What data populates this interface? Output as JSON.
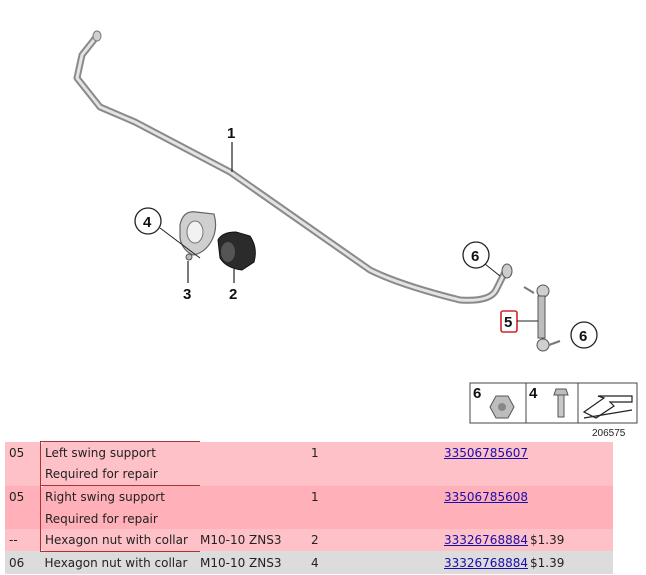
{
  "diagram": {
    "callouts": {
      "c1": "1",
      "c2": "2",
      "c3": "3",
      "c4": "4",
      "c5": "5",
      "c6a": "6",
      "c6b": "6"
    },
    "legend": {
      "num6": "6",
      "num4": "4"
    },
    "figure_number": "206575",
    "icons": [
      "hex-nut-icon",
      "bolt-icon",
      "arrow-icon"
    ],
    "colors": {
      "row_highlight": "#ffc1c8",
      "row_highlight_dark": "#ffb0b8",
      "row_gray": "#dcdcdc",
      "callout_highlight": "#d0242b"
    }
  },
  "parts": [
    {
      "idx": "05",
      "desc": "Left swing support",
      "spec": "",
      "qty": "1",
      "part_no": "33506785607",
      "price": ""
    },
    {
      "idx": "",
      "desc": "Required for repair",
      "spec": "",
      "qty": "",
      "part_no": "",
      "price": ""
    },
    {
      "idx": "05",
      "desc": "Right swing support",
      "spec": "",
      "qty": "1",
      "part_no": "33506785608",
      "price": ""
    },
    {
      "idx": "",
      "desc": "Required for repair",
      "spec": "",
      "qty": "",
      "part_no": "",
      "price": ""
    },
    {
      "idx": "--",
      "desc": "Hexagon nut with collar",
      "spec": "M10-10 ZNS3",
      "qty": "2",
      "part_no": "33326768884",
      "price": "$1.39"
    },
    {
      "idx": "06",
      "desc": "Hexagon nut with collar",
      "spec": "M10-10 ZNS3",
      "qty": "4",
      "part_no": "33326768884",
      "price": "$1.39"
    }
  ]
}
